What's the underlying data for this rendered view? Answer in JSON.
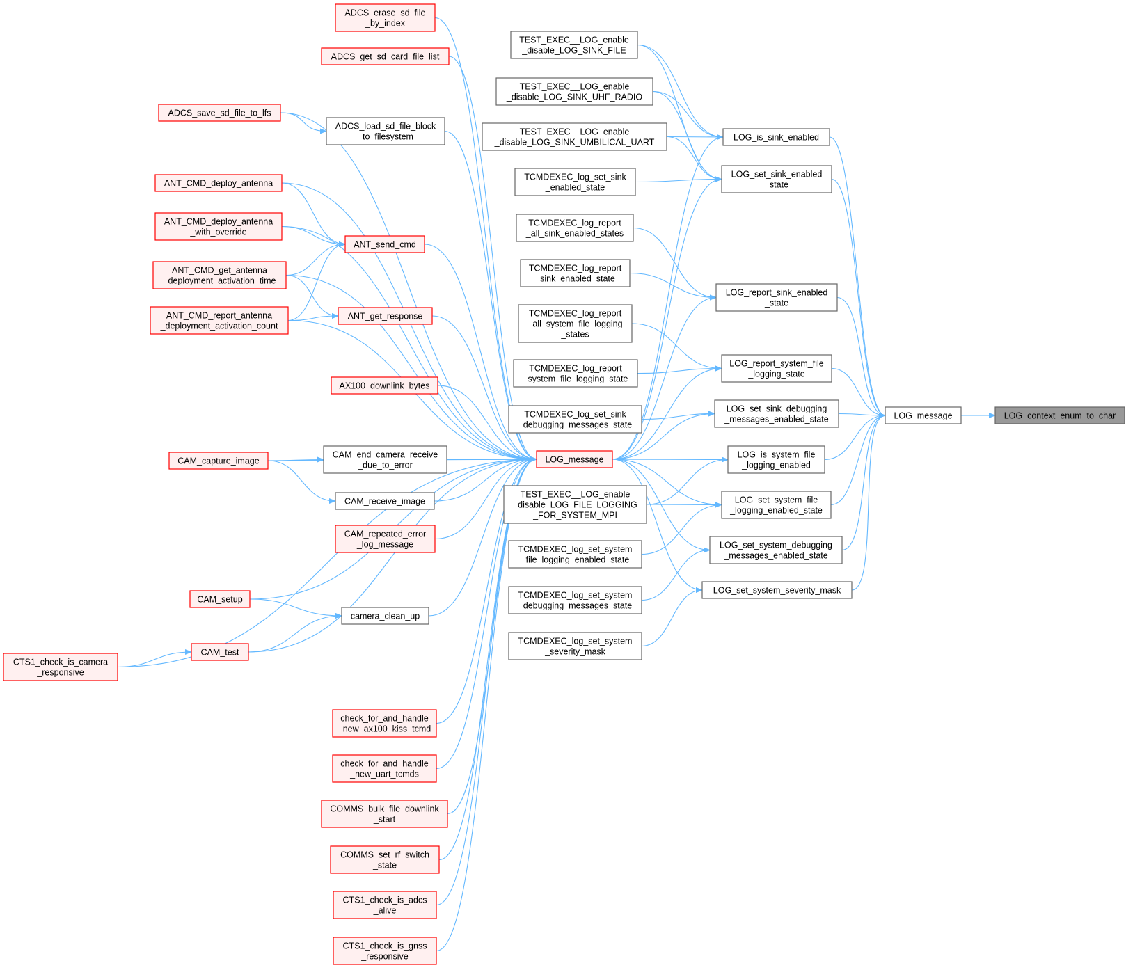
{
  "colors": {
    "edge": "#63b8ff",
    "node_border": "#666666",
    "red_border": "#ff0000",
    "red_fill": "#fff0f0",
    "current_fill": "#999999"
  },
  "nodes": [
    {
      "id": "adcs_erase",
      "lines": [
        "ADCS_erase_sd_file",
        "_by_index"
      ],
      "style": "red"
    },
    {
      "id": "adcs_get_list",
      "lines": [
        "ADCS_get_sd_card_file_list"
      ],
      "style": "red"
    },
    {
      "id": "adcs_save",
      "lines": [
        "ADCS_save_sd_file_to_lfs"
      ],
      "style": "red"
    },
    {
      "id": "adcs_load",
      "lines": [
        "ADCS_load_sd_file_block",
        "_to_filesystem"
      ],
      "style": "normal"
    },
    {
      "id": "ant_deploy",
      "lines": [
        "ANT_CMD_deploy_antenna"
      ],
      "style": "red"
    },
    {
      "id": "ant_deploy_override",
      "lines": [
        "ANT_CMD_deploy_antenna",
        "_with_override"
      ],
      "style": "red"
    },
    {
      "id": "ant_send_cmd",
      "lines": [
        "ANT_send_cmd"
      ],
      "style": "red"
    },
    {
      "id": "ant_get_time",
      "lines": [
        "ANT_CMD_get_antenna",
        "_deployment_activation_time"
      ],
      "style": "red"
    },
    {
      "id": "ant_get_response",
      "lines": [
        "ANT_get_response"
      ],
      "style": "red"
    },
    {
      "id": "ant_report_count",
      "lines": [
        "ANT_CMD_report_antenna",
        "_deployment_activation_count"
      ],
      "style": "red"
    },
    {
      "id": "ax100_downlink",
      "lines": [
        "AX100_downlink_bytes"
      ],
      "style": "red"
    },
    {
      "id": "cam_capture",
      "lines": [
        "CAM_capture_image"
      ],
      "style": "red"
    },
    {
      "id": "cam_end_receive",
      "lines": [
        "CAM_end_camera_receive",
        "_due_to_error"
      ],
      "style": "normal"
    },
    {
      "id": "cam_receive",
      "lines": [
        "CAM_receive_image"
      ],
      "style": "normal"
    },
    {
      "id": "cam_repeated",
      "lines": [
        "CAM_repeated_error",
        "_log_message"
      ],
      "style": "red"
    },
    {
      "id": "cam_setup",
      "lines": [
        "CAM_setup"
      ],
      "style": "red"
    },
    {
      "id": "camera_clean_up",
      "lines": [
        "camera_clean_up"
      ],
      "style": "normal"
    },
    {
      "id": "cam_test",
      "lines": [
        "CAM_test"
      ],
      "style": "red"
    },
    {
      "id": "cts1_camera",
      "lines": [
        "CTS1_check_is_camera",
        "_responsive"
      ],
      "style": "red"
    },
    {
      "id": "check_ax100",
      "lines": [
        "check_for_and_handle",
        "_new_ax100_kiss_tcmd"
      ],
      "style": "red"
    },
    {
      "id": "check_uart",
      "lines": [
        "check_for_and_handle",
        "_new_uart_tcmds"
      ],
      "style": "red"
    },
    {
      "id": "comms_bulk",
      "lines": [
        "COMMS_bulk_file_downlink",
        "_start"
      ],
      "style": "red"
    },
    {
      "id": "comms_rf",
      "lines": [
        "COMMS_set_rf_switch",
        "_state"
      ],
      "style": "red"
    },
    {
      "id": "cts1_adcs",
      "lines": [
        "CTS1_check_is_adcs",
        "_alive"
      ],
      "style": "red"
    },
    {
      "id": "cts1_gnss",
      "lines": [
        "CTS1_check_is_gnss",
        "_responsive"
      ],
      "style": "red"
    },
    {
      "id": "log_message_red",
      "lines": [
        "LOG_message"
      ],
      "style": "red"
    },
    {
      "id": "test_file",
      "lines": [
        "TEST_EXEC__LOG_enable",
        "_disable_LOG_SINK_FILE"
      ],
      "style": "normal"
    },
    {
      "id": "test_uhf",
      "lines": [
        "TEST_EXEC__LOG_enable",
        "_disable_LOG_SINK_UHF_RADIO"
      ],
      "style": "normal"
    },
    {
      "id": "test_umb",
      "lines": [
        "TEST_EXEC__LOG_enable",
        "_disable_LOG_SINK_UMBILICAL_UART"
      ],
      "style": "normal"
    },
    {
      "id": "tc_set_sink_en",
      "lines": [
        "TCMDEXEC_log_set_sink",
        "_enabled_state"
      ],
      "style": "normal"
    },
    {
      "id": "tc_rep_all_sink",
      "lines": [
        "TCMDEXEC_log_report",
        "_all_sink_enabled_states"
      ],
      "style": "normal"
    },
    {
      "id": "tc_rep_sink",
      "lines": [
        "TCMDEXEC_log_report",
        "_sink_enabled_state"
      ],
      "style": "normal"
    },
    {
      "id": "tc_rep_all_sys",
      "lines": [
        "TCMDEXEC_log_report",
        "_all_system_file_logging",
        "_states"
      ],
      "style": "normal"
    },
    {
      "id": "tc_rep_sys",
      "lines": [
        "TCMDEXEC_log_report",
        "_system_file_logging_state"
      ],
      "style": "normal"
    },
    {
      "id": "tc_set_sink_dbg",
      "lines": [
        "TCMDEXEC_log_set_sink",
        "_debugging_messages_state"
      ],
      "style": "normal"
    },
    {
      "id": "test_mpi",
      "lines": [
        "TEST_EXEC__LOG_enable",
        "_disable_LOG_FILE_LOGGING",
        "_FOR_SYSTEM_MPI"
      ],
      "style": "normal"
    },
    {
      "id": "tc_set_sys_file",
      "lines": [
        "TCMDEXEC_log_set_system",
        "_file_logging_enabled_state"
      ],
      "style": "normal"
    },
    {
      "id": "tc_set_sys_dbg",
      "lines": [
        "TCMDEXEC_log_set_system",
        "_debugging_messages_state"
      ],
      "style": "normal"
    },
    {
      "id": "tc_set_sys_sev",
      "lines": [
        "TCMDEXEC_log_set_system",
        "_severity_mask"
      ],
      "style": "normal"
    },
    {
      "id": "log_is_sink",
      "lines": [
        "LOG_is_sink_enabled"
      ],
      "style": "normal"
    },
    {
      "id": "log_set_sink",
      "lines": [
        "LOG_set_sink_enabled",
        "_state"
      ],
      "style": "normal"
    },
    {
      "id": "log_rep_sink",
      "lines": [
        "LOG_report_sink_enabled",
        "_state"
      ],
      "style": "normal"
    },
    {
      "id": "log_rep_sys",
      "lines": [
        "LOG_report_system_file",
        "_logging_state"
      ],
      "style": "normal"
    },
    {
      "id": "log_set_sink_dbg",
      "lines": [
        "LOG_set_sink_debugging",
        "_messages_enabled_state"
      ],
      "style": "normal"
    },
    {
      "id": "log_is_sys",
      "lines": [
        "LOG_is_system_file",
        "_logging_enabled"
      ],
      "style": "normal"
    },
    {
      "id": "log_set_sys",
      "lines": [
        "LOG_set_system_file",
        "_logging_enabled_state"
      ],
      "style": "normal"
    },
    {
      "id": "log_set_sys_dbg",
      "lines": [
        "LOG_set_system_debugging",
        "_messages_enabled_state"
      ],
      "style": "normal"
    },
    {
      "id": "log_set_sys_sev",
      "lines": [
        "LOG_set_system_severity_mask"
      ],
      "style": "normal"
    },
    {
      "id": "log_message_main",
      "lines": [
        "LOG_message"
      ],
      "style": "normal"
    },
    {
      "id": "log_context",
      "lines": [
        "LOG_context_enum_to_char"
      ],
      "style": "current"
    }
  ],
  "edges": [
    [
      "log_message_main",
      "log_context"
    ],
    [
      "log_is_sink",
      "log_message_main"
    ],
    [
      "log_set_sink",
      "log_message_main"
    ],
    [
      "log_rep_sink",
      "log_message_main"
    ],
    [
      "log_rep_sys",
      "log_message_main"
    ],
    [
      "log_set_sink_dbg",
      "log_message_main"
    ],
    [
      "log_is_sys",
      "log_message_main"
    ],
    [
      "log_set_sys",
      "log_message_main"
    ],
    [
      "log_set_sys_dbg",
      "log_message_main"
    ],
    [
      "log_set_sys_sev",
      "log_message_main"
    ],
    [
      "test_file",
      "log_is_sink"
    ],
    [
      "test_uhf",
      "log_is_sink"
    ],
    [
      "test_umb",
      "log_is_sink"
    ],
    [
      "log_message_red",
      "log_is_sink"
    ],
    [
      "test_file",
      "log_set_sink"
    ],
    [
      "test_uhf",
      "log_set_sink"
    ],
    [
      "test_umb",
      "log_set_sink"
    ],
    [
      "tc_set_sink_en",
      "log_set_sink"
    ],
    [
      "log_message_red",
      "log_set_sink"
    ],
    [
      "tc_rep_all_sink",
      "log_rep_sink"
    ],
    [
      "tc_rep_sink",
      "log_rep_sink"
    ],
    [
      "log_message_red",
      "log_rep_sink"
    ],
    [
      "tc_rep_all_sys",
      "log_rep_sys"
    ],
    [
      "tc_rep_sys",
      "log_rep_sys"
    ],
    [
      "log_message_red",
      "log_rep_sys"
    ],
    [
      "tc_set_sink_dbg",
      "log_set_sink_dbg"
    ],
    [
      "log_message_red",
      "log_set_sink_dbg"
    ],
    [
      "log_message_red",
      "log_is_sys"
    ],
    [
      "test_mpi",
      "log_is_sys"
    ],
    [
      "log_message_red",
      "log_set_sys"
    ],
    [
      "test_mpi",
      "log_set_sys"
    ],
    [
      "tc_set_sys_file",
      "log_set_sys"
    ],
    [
      "log_message_red",
      "log_set_sys_dbg"
    ],
    [
      "tc_set_sys_dbg",
      "log_set_sys_dbg"
    ],
    [
      "log_message_red",
      "log_set_sys_sev"
    ],
    [
      "tc_set_sys_sev",
      "log_set_sys_sev"
    ],
    [
      "adcs_erase",
      "log_message_red"
    ],
    [
      "adcs_get_list",
      "log_message_red"
    ],
    [
      "adcs_save",
      "log_message_red"
    ],
    [
      "adcs_load",
      "log_message_red"
    ],
    [
      "ant_deploy",
      "log_message_red"
    ],
    [
      "ant_deploy_override",
      "log_message_red"
    ],
    [
      "ant_send_cmd",
      "log_message_red"
    ],
    [
      "ant_get_time",
      "log_message_red"
    ],
    [
      "ant_get_response",
      "log_message_red"
    ],
    [
      "ant_report_count",
      "log_message_red"
    ],
    [
      "ax100_downlink",
      "log_message_red"
    ],
    [
      "cam_capture",
      "log_message_red"
    ],
    [
      "cam_end_receive",
      "log_message_red"
    ],
    [
      "cam_receive",
      "log_message_red"
    ],
    [
      "cam_repeated",
      "log_message_red"
    ],
    [
      "cam_setup",
      "log_message_red"
    ],
    [
      "camera_clean_up",
      "log_message_red"
    ],
    [
      "cam_test",
      "log_message_red"
    ],
    [
      "cts1_camera",
      "log_message_red"
    ],
    [
      "check_ax100",
      "log_message_red"
    ],
    [
      "check_uart",
      "log_message_red"
    ],
    [
      "comms_bulk",
      "log_message_red"
    ],
    [
      "comms_rf",
      "log_message_red"
    ],
    [
      "cts1_adcs",
      "log_message_red"
    ],
    [
      "cts1_gnss",
      "log_message_red"
    ],
    [
      "adcs_save",
      "adcs_load"
    ],
    [
      "ant_deploy",
      "ant_send_cmd"
    ],
    [
      "ant_deploy_override",
      "ant_send_cmd"
    ],
    [
      "ant_get_time",
      "ant_send_cmd"
    ],
    [
      "ant_report_count",
      "ant_send_cmd"
    ],
    [
      "ant_get_time",
      "ant_get_response"
    ],
    [
      "ant_report_count",
      "ant_get_response"
    ],
    [
      "cam_capture",
      "cam_end_receive"
    ],
    [
      "cam_capture",
      "cam_receive"
    ],
    [
      "cam_setup",
      "camera_clean_up"
    ],
    [
      "cam_test",
      "camera_clean_up"
    ],
    [
      "cts1_camera",
      "cam_test"
    ]
  ]
}
